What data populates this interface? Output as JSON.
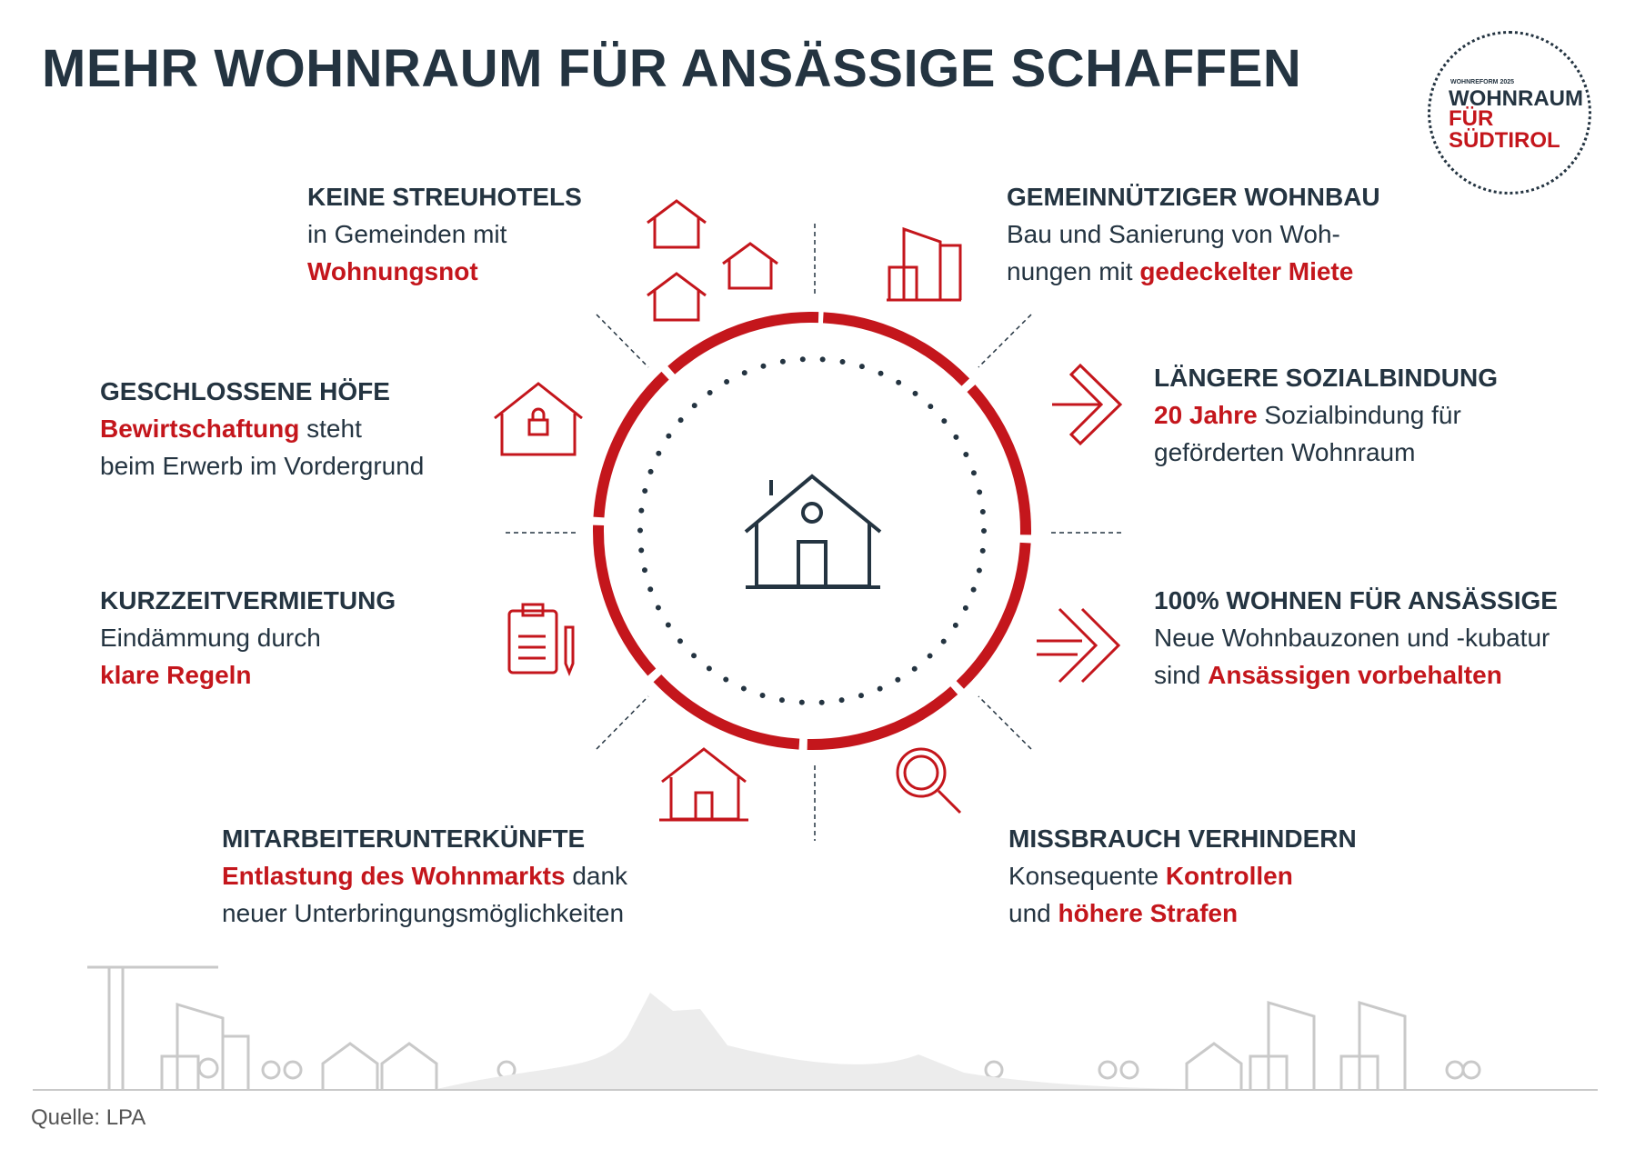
{
  "title": "MEHR WOHNRAUM FÜR ANSÄSSIGE SCHAFFEN",
  "logo": {
    "small": "WOHNREFORM 2025",
    "line1": "WOHNRAUM",
    "line2": "FÜR",
    "line3": "SÜDTIROL"
  },
  "blocks": {
    "streuhotels": {
      "heading": "KEINE STREUHOTELS",
      "t1": "in Gemeinden mit",
      "r1": "Wohnungsnot"
    },
    "gemeinnuetzig": {
      "heading": "GEMEINNÜTZIGER WOHNBAU",
      "t1": "Bau und Sanierung von Woh-",
      "t2": "nungen mit ",
      "r1": "gedeckelter Miete"
    },
    "hoefe": {
      "heading": "GESCHLOSSENE HÖFE",
      "r1": "Bewirtschaftung",
      "t1": " steht",
      "t2": "beim Erwerb im Vordergrund"
    },
    "sozialbindung": {
      "heading": "LÄNGERE SOZIALBINDUNG",
      "r1": "20 Jahre",
      "t1": " Sozialbindung für",
      "t2": "geförderten Wohnraum"
    },
    "kurzzeit": {
      "heading": "KURZZEITVERMIETUNG",
      "t1": "Eindämmung durch",
      "r1": "klare Regeln"
    },
    "ansaessige": {
      "heading": "100% WOHNEN FÜR ANSÄSSIGE",
      "t1": "Neue Wohnbauzonen und -kubatur",
      "t2": "sind ",
      "r1": "Ansässigen vorbehalten"
    },
    "mitarbeiter": {
      "heading": "MITARBEITERUNTERKÜNFTE",
      "r1": "Entlastung des Wohnmarkts",
      "t1": " dank",
      "t2": "neuer Unterbringungsmöglichkeiten"
    },
    "missbrauch": {
      "heading": "MISSBRAUCH VERHINDERN",
      "t1": "Konsequente ",
      "r1": "Kontrollen",
      "t2": "und ",
      "r2": "höhere Strafen"
    }
  },
  "source": "Quelle: LPA",
  "colors": {
    "red": "#c4161c",
    "dark": "#243441"
  }
}
